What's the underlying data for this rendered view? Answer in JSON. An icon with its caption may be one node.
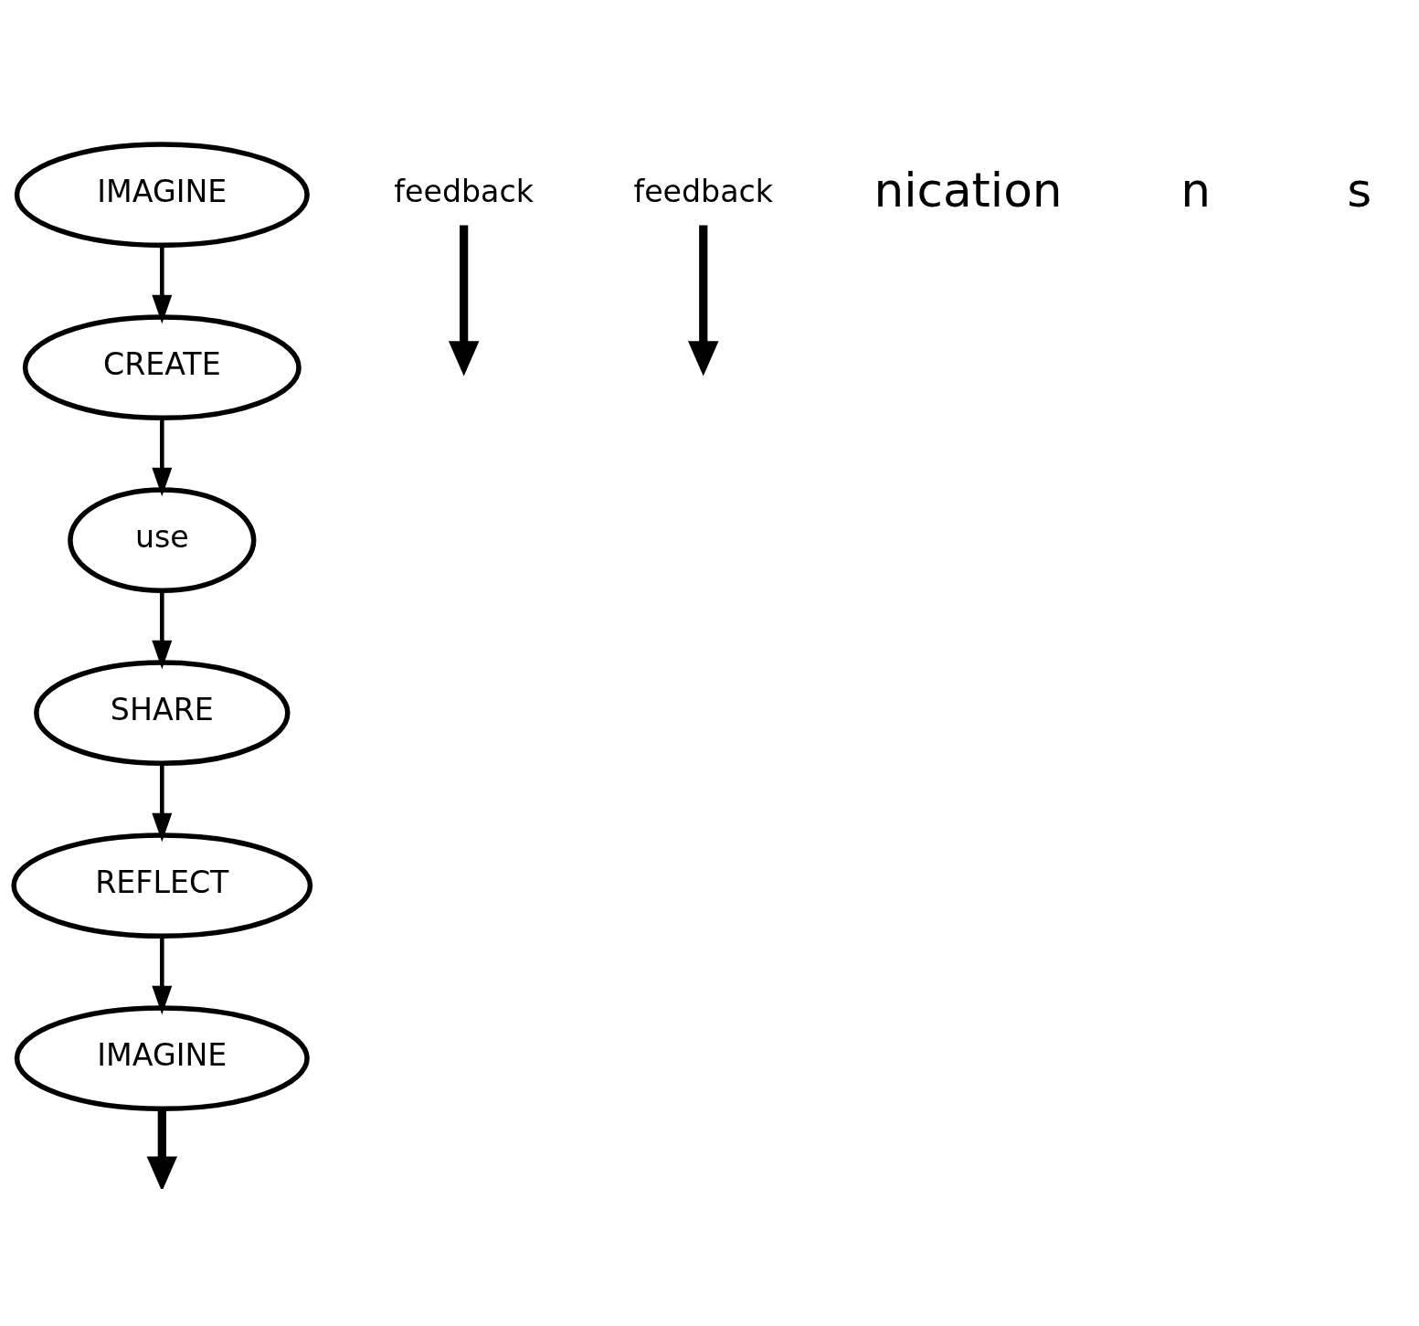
{
  "diagram": {
    "nodes": [
      {
        "text": [
          "IMAGINE"
        ]
      },
      {
        "text": [
          "REFLECT"
        ]
      },
      {
        "text": [
          "IMAGINE"
        ]
      },
      {
        "text": [
          "SHARE"
        ]
      },
      {
        "text": [
          "CREATE"
        ]
      },
      {
        "text": [
          "use"
        ]
      },
      {
        "text": [
          "feedback"
        ]
      },
      {
        "text": [
          "feedback"
        ]
      }
    ],
    "edges": [
      {
        "from": 1,
        "to": 0,
        "arrow": "to"
      },
      {
        "from": 0,
        "to": null,
        "arrow": "to",
        "style": "thick"
      },
      {
        "from": 2,
        "to": 4,
        "arrow": "to"
      },
      {
        "from": 4,
        "to": 5,
        "arrow": "to"
      },
      {
        "from": 5,
        "to": 3,
        "arrow": "to"
      },
      {
        "from": 3,
        "to": 1,
        "arrow": "to"
      },
      {
        "from": 6,
        "to": null,
        "arrow": "to",
        "style": "thick"
      },
      {
        "from": 7,
        "to": null,
        "arrow": "to",
        "style": "thick"
      }
    ],
    "labels": [
      "nication",
      "n",
      "s"
    ]
  }
}
